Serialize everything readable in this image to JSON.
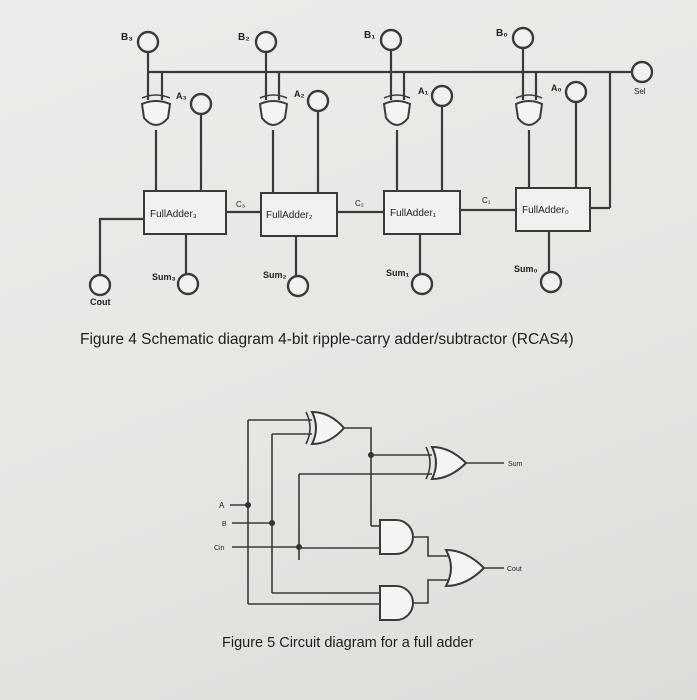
{
  "figure4": {
    "caption": "Figure 4 Schematic diagram 4-bit ripple-carry adder/subtractor (RCAS4)",
    "b_inputs": [
      "B₃",
      "B₂",
      "B₁",
      "B₀"
    ],
    "a_inputs": [
      "A₃",
      "A₂",
      "A₁",
      "A₀"
    ],
    "adders": [
      "FullAdder₃",
      "FullAdder₂",
      "FullAdder₁",
      "FullAdder₀"
    ],
    "sums": [
      "Sum₃",
      "Sum₂",
      "Sum₁",
      "Sum₀"
    ],
    "carries": [
      "C₃",
      "C₂",
      "C₁"
    ],
    "sel": "Sel",
    "cout": "Cout"
  },
  "figure5": {
    "caption": "Figure 5 Circuit diagram for a full adder",
    "input_a": "A",
    "input_b": "B",
    "input_cin": "Cin",
    "output_sum": "Sum",
    "output_cout": "Cout"
  }
}
